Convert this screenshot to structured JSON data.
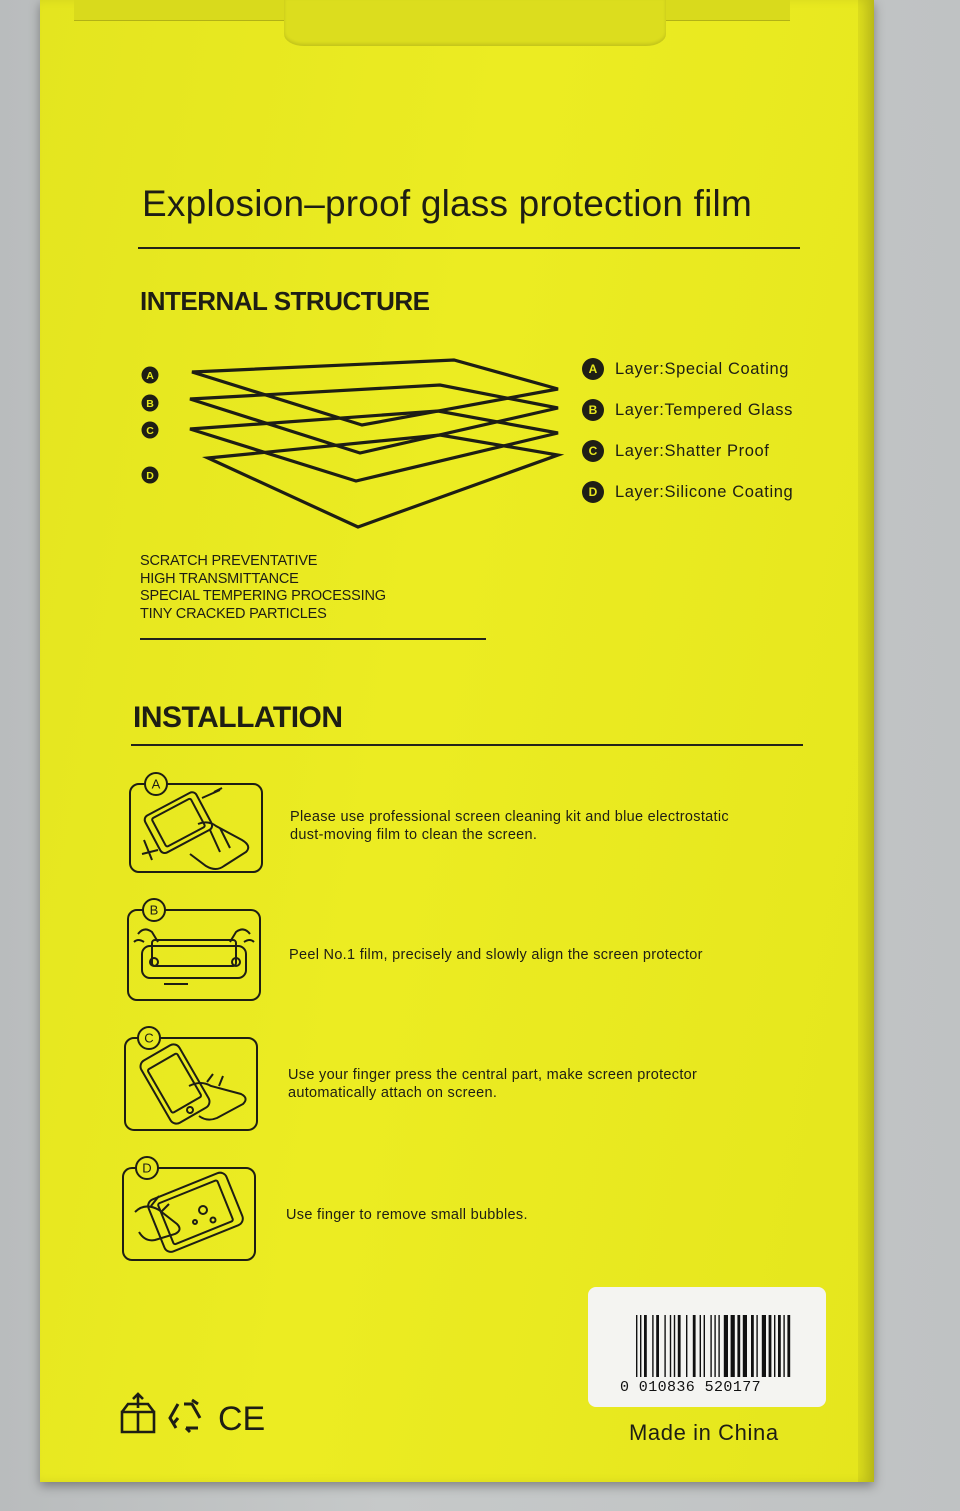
{
  "package": {
    "title": "Explosion–proof glass protection film",
    "colors": {
      "box": "#e8e920",
      "ink": "#1e1e14",
      "label": "#f4f4f1"
    }
  },
  "internal_structure": {
    "heading": "INTERNAL STRUCTURE",
    "diagram_markers": [
      "A",
      "B",
      "C",
      "D"
    ],
    "layers": [
      {
        "marker": "A",
        "label": "Layer:Special Coating"
      },
      {
        "marker": "B",
        "label": "Layer:Tempered Glass"
      },
      {
        "marker": "C",
        "label": "Layer:Shatter Proof"
      },
      {
        "marker": "D",
        "label": "Layer:Silicone Coating"
      }
    ],
    "features": [
      "SCRATCH PREVENTATIVE",
      "HIGH TRANSMITTANCE",
      "SPECIAL TEMPERING PROCESSING",
      "TINY CRACKED PARTICLES"
    ]
  },
  "installation": {
    "heading": "INSTALLATION",
    "steps": [
      {
        "marker": "A",
        "icon": "clean-screen-icon",
        "lines": [
          "Please use professional screen cleaning kit and blue electrostatic",
          "dust-moving film to clean the screen."
        ]
      },
      {
        "marker": "B",
        "icon": "align-protector-icon",
        "lines": [
          "Peel No.1 film, precisely and  slowly align the screen protector"
        ]
      },
      {
        "marker": "C",
        "icon": "press-center-icon",
        "lines": [
          "Use your finger press the central part, make screen protector",
          "automatically attach on screen."
        ]
      },
      {
        "marker": "D",
        "icon": "remove-bubbles-icon",
        "lines": [
          "Use finger to remove small bubbles."
        ]
      }
    ]
  },
  "barcode": {
    "digits": "0 010836 520177"
  },
  "origin": "Made in China",
  "marks": {
    "icons": [
      "this-side-up-icon",
      "recycle-icon",
      "ce-mark-icon"
    ],
    "ce_text": "CE"
  }
}
